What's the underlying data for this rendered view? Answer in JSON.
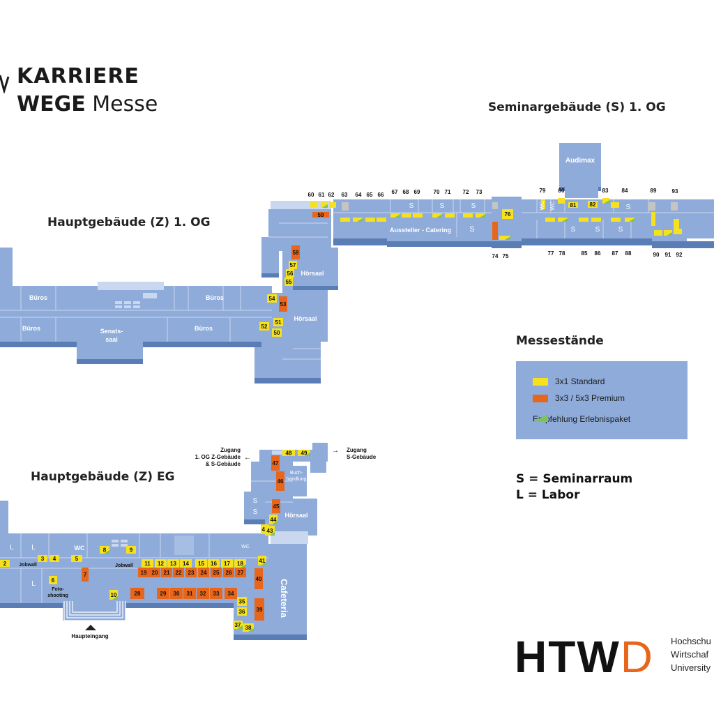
{
  "logo": {
    "line1": "KARRIERE",
    "line2_bold": "WEGE",
    "line2_rest": "Messe"
  },
  "sections": {
    "seminar": "Seminargebäude (S) 1. OG",
    "haupt_og": "Hauptgebäude (Z) 1. OG",
    "haupt_eg": "Hauptgebäude (Z) EG"
  },
  "rooms": {
    "audimax": "Audimax",
    "hoersaal": "Hörsaal",
    "bueros": "Büros",
    "senat1": "Senats-",
    "senat2": "saal",
    "aussteller": "Aussteller - Catering",
    "wc": "WC",
    "cafeteria": "Cafeteria",
    "buch1": "Buch-",
    "buch2": "handlung",
    "jobwall": "Jobwall",
    "foto1": "Foto-",
    "foto2": "shooting",
    "haupteingang": "Haupteingang",
    "s": "S",
    "l": "L",
    "zugang_left1": "Zugang",
    "zugang_left2": "1. OG Z-Gebäude",
    "zugang_left3": "& S-Gebäude",
    "zugang_right1": "Zugang",
    "zugang_right2": "S-Gebäude"
  },
  "legend": {
    "title": "Messestände",
    "items": [
      {
        "label": "3x1 Standard",
        "color": "#f5e11e"
      },
      {
        "label": "3x3 / 5x3 Premium",
        "color": "#e8661b"
      },
      {
        "label": "Empfehlung Erlebnispaket",
        "color": "#7ec25a"
      }
    ]
  },
  "abbreviations": {
    "s": "S = Seminarraum",
    "l": "L = Labor"
  },
  "brand": {
    "name": "HTW",
    "mark": "D",
    "lines": [
      "Hochschu",
      "Wirtschaf",
      "University"
    ]
  },
  "colors": {
    "floor": "#8fabd9",
    "wall": "#5a7db5",
    "standard": "#f5e11e",
    "premium": "#e8661b",
    "erlebnis": "#7ec25a"
  },
  "booths": {
    "standard_eg": [
      "2",
      "3",
      "4",
      "5",
      "8",
      "9",
      "11",
      "12",
      "13",
      "14",
      "15",
      "16",
      "17",
      "18",
      "35",
      "36",
      "37",
      "38",
      "41",
      "42",
      "43",
      "44",
      "48",
      "49"
    ],
    "premium_eg": [
      "7",
      "19",
      "20",
      "21",
      "22",
      "23",
      "24",
      "25",
      "26",
      "27",
      "28",
      "29",
      "30",
      "31",
      "32",
      "33",
      "34",
      "39",
      "40",
      "45",
      "46",
      "47"
    ],
    "og": [
      "50",
      "51",
      "52",
      "53",
      "54",
      "55",
      "56",
      "57",
      "58",
      "59"
    ],
    "seminar": [
      "60",
      "61",
      "62",
      "63",
      "64",
      "65",
      "66",
      "67",
      "68",
      "69",
      "70",
      "71",
      "72",
      "73",
      "74",
      "75",
      "76",
      "77",
      "78",
      "79",
      "80",
      "81",
      "82",
      "83",
      "84",
      "85",
      "86",
      "87",
      "88",
      "89",
      "90",
      "91",
      "92",
      "93"
    ]
  }
}
